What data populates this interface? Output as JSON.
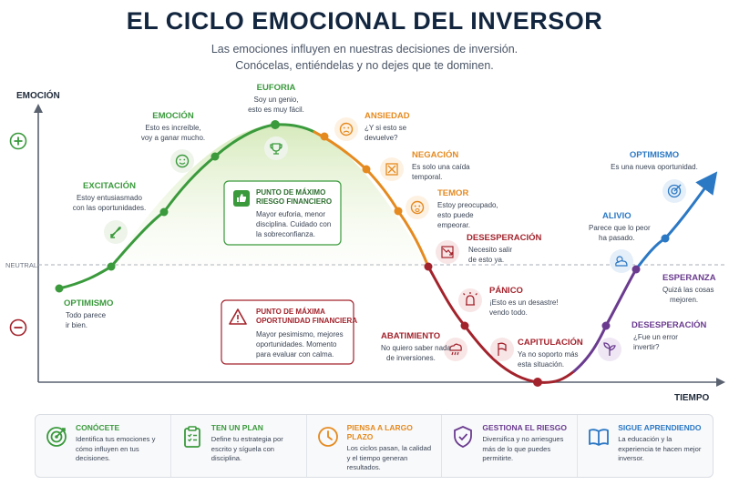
{
  "title": "EL CICLO EMOCIONAL DEL INVERSOR",
  "subtitle_line1": "Las emociones influyen en nuestras decisiones de inversión.",
  "subtitle_line2": "Conócelas, entiéndelas y no dejes que te dominen.",
  "y_axis_label": "EMOCIÓN",
  "x_axis_label": "TIEMPO",
  "neutral_label": "NEUTRAL",
  "colors": {
    "green": "#3a9a3c",
    "orange": "#e58a1f",
    "red": "#a3232c",
    "purple": "#6a3b8f",
    "blue": "#2b78c4",
    "navy": "#13263f"
  },
  "stages": [
    {
      "name": "OPTIMISMO",
      "desc": [
        "Todo parece",
        "ir bien."
      ],
      "color": "#3a9a3c",
      "icon": "none"
    },
    {
      "name": "EXCITACIÓN",
      "desc": [
        "Estoy entusiasmado",
        "con las oportunidades."
      ],
      "color": "#3a9a3c",
      "icon": "rocket-icon"
    },
    {
      "name": "EMOCIÓN",
      "desc": [
        "Esto es increíble,",
        "voy a ganar mucho."
      ],
      "color": "#3a9a3c",
      "icon": "smile-icon"
    },
    {
      "name": "EUFORIA",
      "desc": [
        "Soy un genio,",
        "esto es muy fácil."
      ],
      "color": "#3a9a3c",
      "icon": "trophy-icon"
    },
    {
      "name": "ANSIEDAD",
      "desc": [
        "¿Y si esto se",
        "devuelve?"
      ],
      "color": "#e58a1f",
      "icon": "worried-icon"
    },
    {
      "name": "NEGACIÓN",
      "desc": [
        "Es solo una caída",
        "temporal."
      ],
      "color": "#e58a1f",
      "icon": "cancel-icon"
    },
    {
      "name": "TEMOR",
      "desc": [
        "Estoy preocupado,",
        "esto puede",
        "empeorar."
      ],
      "color": "#e58a1f",
      "icon": "fear-icon"
    },
    {
      "name": "DESESPERACIÓN",
      "desc": [
        "Necesito salir",
        "de esto ya."
      ],
      "color": "#a3232c",
      "icon": "chart-down-icon"
    },
    {
      "name": "PÁNICO",
      "desc": [
        "¡Esto es un desastre!",
        "vendo todo."
      ],
      "color": "#a3232c",
      "icon": "alarm-icon"
    },
    {
      "name": "CAPITULACIÓN",
      "desc": [
        "Ya no soporto más",
        "esta situación."
      ],
      "color": "#a3232c",
      "icon": "flag-icon"
    },
    {
      "name": "ABATIMIENTO",
      "desc": [
        "No quiero saber nada",
        "de inversiones."
      ],
      "color": "#a3232c",
      "icon": "rain-cloud-icon"
    },
    {
      "name": "DESESPERACIÓN",
      "desc": [
        "¿Fue un error",
        "invertir?"
      ],
      "color": "#6a3b8f",
      "icon": "sprout-icon"
    },
    {
      "name": "ESPERANZA",
      "desc": [
        "Quizá las cosas",
        "mejoren."
      ],
      "color": "#6a3b8f",
      "icon": "none"
    },
    {
      "name": "ALIVIO",
      "desc": [
        "Parece que lo peor",
        "ha pasado."
      ],
      "color": "#2b78c4",
      "icon": "sun-cloud-icon"
    },
    {
      "name": "OPTIMISMO",
      "desc": [
        "Es una nueva oportunidad."
      ],
      "color": "#2b78c4",
      "icon": "target-icon"
    }
  ],
  "callouts": {
    "risk": {
      "title": [
        "PUNTO DE MÁXIMO",
        "RIESGO FINANCIERO"
      ],
      "desc": [
        "Mayor euforia, menor",
        "disciplina. Cuidado con",
        "la sobreconfianza."
      ]
    },
    "opportunity": {
      "title": [
        "PUNTO DE MÁXIMA",
        "OPORTUNIDAD FINANCIERA"
      ],
      "desc": [
        "Mayor pesimismo, mejores",
        "oportunidades. Momento",
        "para evaluar con calma."
      ]
    }
  },
  "tips": [
    {
      "title": "CONÓCETE",
      "desc": "Identifica tus emociones y cómo influyen en tus decisiones.",
      "color": "#3a9a3c",
      "icon": "target-icon"
    },
    {
      "title": "TEN UN PLAN",
      "desc": "Define tu estrategia por escrito y síguela con disciplina.",
      "color": "#3a9a3c",
      "icon": "clipboard-icon"
    },
    {
      "title": "PIENSA A LARGO PLAZO",
      "desc": "Los ciclos pasan, la calidad y el tiempo generan resultados.",
      "color": "#e58a1f",
      "icon": "clock-icon"
    },
    {
      "title": "GESTIONA EL RIESGO",
      "desc": "Diversifica y no arriesgues más de lo que puedes permitirte.",
      "color": "#6a3b8f",
      "icon": "shield-icon"
    },
    {
      "title": "SIGUE APRENDIENDO",
      "desc": "La educación y la experiencia te hacen mejor inversor.",
      "color": "#2b78c4",
      "icon": "book-icon"
    }
  ]
}
